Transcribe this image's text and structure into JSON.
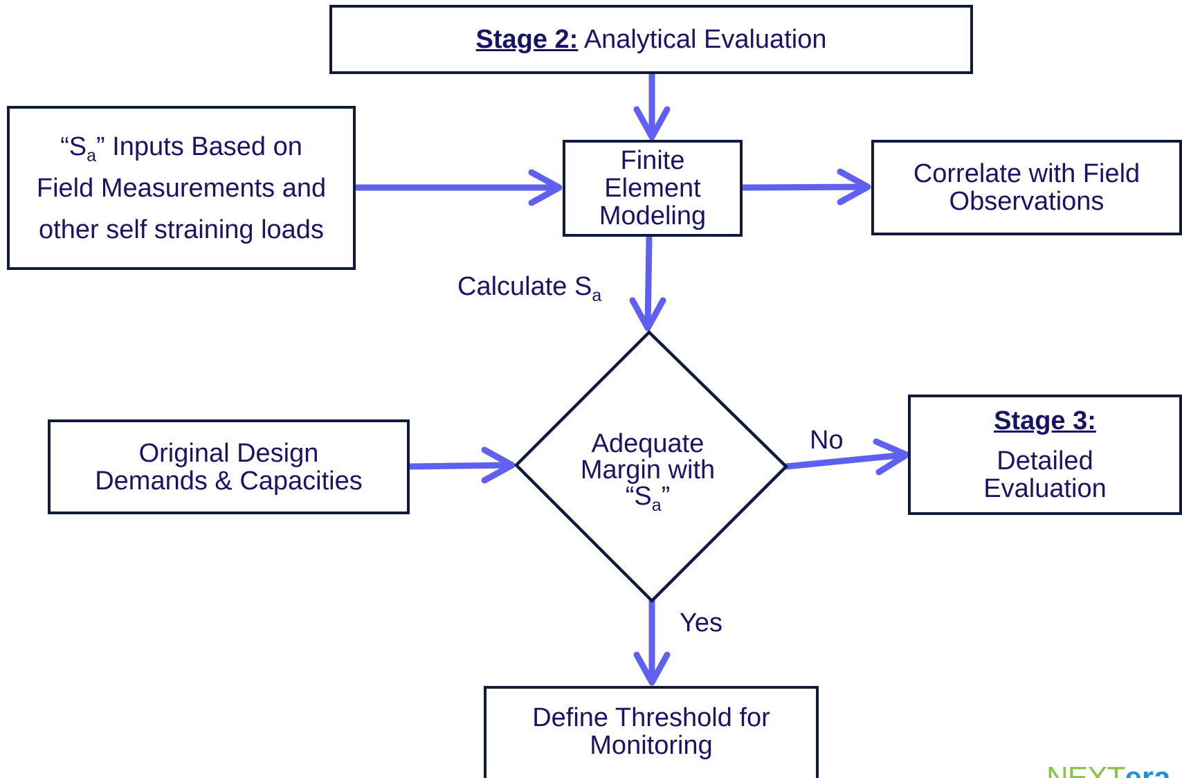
{
  "stage2": {
    "label": "Stage 2:",
    "title": "Analytical Evaluation"
  },
  "inputs": {
    "quote_open": "“S",
    "sub": "a",
    "rest": "” Inputs Based on",
    "line2": "Field Measurements and",
    "line3": "other self straining loads"
  },
  "fem": {
    "line1": "Finite",
    "line2": "Element",
    "line3": "Modeling"
  },
  "correlate": {
    "line1": "Correlate with Field",
    "line2": "Observations"
  },
  "calculate": {
    "text": "Calculate S",
    "sub": "a"
  },
  "original": {
    "line1": "Original Design",
    "line2": "Demands & Capacities"
  },
  "decision": {
    "line1": "Adequate",
    "line2": "Margin with",
    "quote_open": "“S",
    "sub": "a",
    "quote_close": "”"
  },
  "no_label": "No",
  "yes_label": "Yes",
  "stage3": {
    "label": "Stage 3:",
    "line1": "Detailed",
    "line2": "Evaluation"
  },
  "threshold": {
    "line1": "Define Threshold for",
    "line2": "Monitoring"
  },
  "logo": {
    "part1": "NEXT",
    "part2": "era"
  },
  "colors": {
    "arrow": "#6060f0",
    "border": "#0f1a3c",
    "text": "#1a1464"
  }
}
